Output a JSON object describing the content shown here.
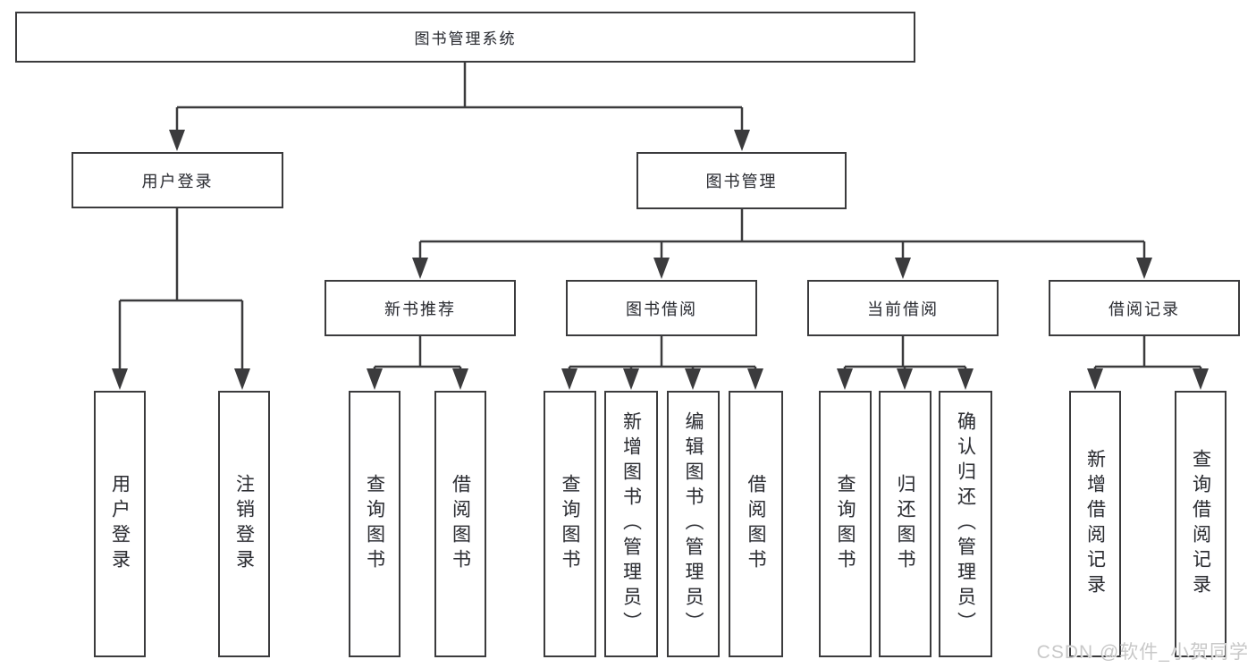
{
  "diagram": {
    "type": "tree",
    "title": "图书管理系统",
    "watermark": {
      "text": "CSDN @软件_小贺同学"
    },
    "colors": {
      "line": "#3b3b3d",
      "box_border": "#3b3b3d",
      "box_background": "#ffffff",
      "text": "#2e2e30",
      "page_background": "#ffffff",
      "watermark": "#c8c8c8"
    },
    "tree": {
      "label": "图书管理系统",
      "children": [
        {
          "label": "用户登录",
          "children": [
            {
              "label": "用户登录"
            },
            {
              "label": "注销登录"
            }
          ]
        },
        {
          "label": "图书管理",
          "children": [
            {
              "label": "新书推荐",
              "children": [
                {
                  "label": "查询图书"
                },
                {
                  "label": "借阅图书"
                }
              ]
            },
            {
              "label": "图书借阅",
              "children": [
                {
                  "label": "查询图书"
                },
                {
                  "label": "新增图书（管理员）"
                },
                {
                  "label": "编辑图书（管理员）"
                },
                {
                  "label": "借阅图书"
                }
              ]
            },
            {
              "label": "当前借阅",
              "children": [
                {
                  "label": "查询图书"
                },
                {
                  "label": "归还图书"
                },
                {
                  "label": "确认归还（管理员）"
                }
              ]
            },
            {
              "label": "借阅记录",
              "children": [
                {
                  "label": "新增借阅记录"
                },
                {
                  "label": "查询借阅记录"
                }
              ]
            }
          ]
        }
      ]
    }
  }
}
